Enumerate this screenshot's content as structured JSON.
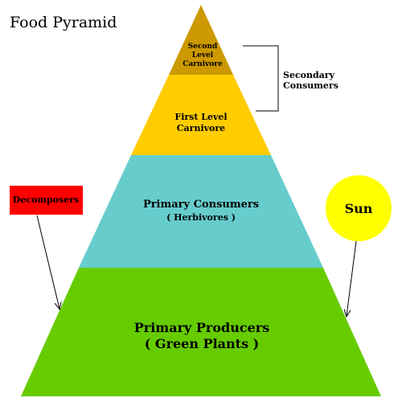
{
  "title": "Food Pyramid",
  "colors": {
    "second_level": "#cc9900",
    "first_level": "#ffcc00",
    "primary_consumers": "#66cccc",
    "primary_producers": "#66cc00",
    "decomposers": "#ff0000",
    "sun": "#ffff00"
  },
  "levels": {
    "second_level_carnivore": {
      "line1": "Second",
      "line2": "Level",
      "line3": "Carnivore"
    },
    "first_level_carnivore": {
      "line1": "First Level",
      "line2": "Carnivore"
    },
    "primary_consumers": {
      "line1": "Primary Consumers",
      "line2": "( Herbivores )"
    },
    "primary_producers": {
      "line1": "Primary Producers",
      "line2": "( Green Plants )"
    }
  },
  "secondary_consumers": {
    "line1": "Secondary",
    "line2": "Consumers"
  },
  "decomposers": "Decomposers",
  "sun": "Sun"
}
